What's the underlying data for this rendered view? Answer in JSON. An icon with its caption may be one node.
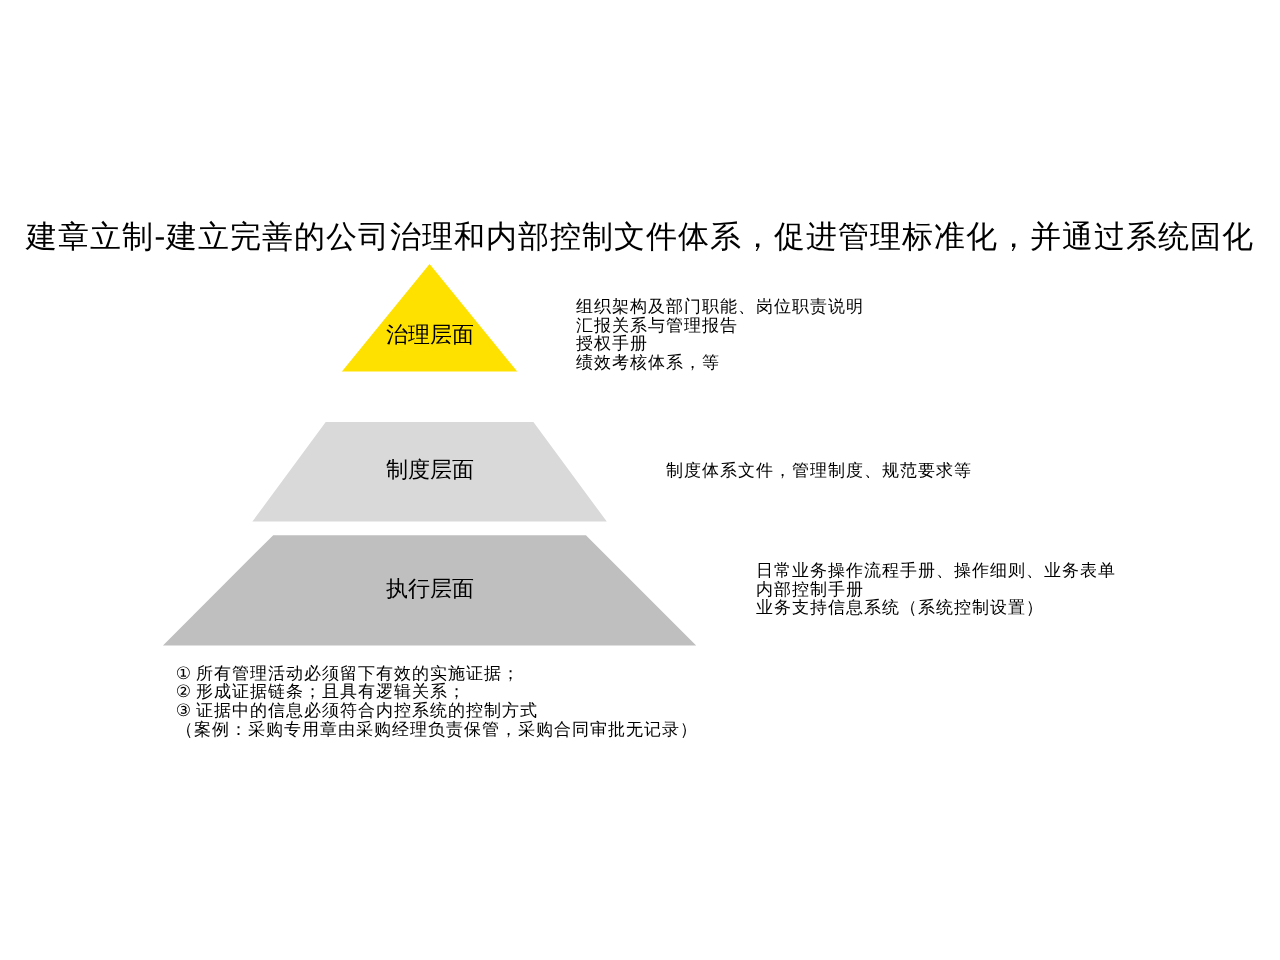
{
  "diagram": {
    "title": "建章立制-建立完善的公司治理和内部控制文件体系，促进管理标准化，并通过系统固化",
    "nodes": [
      {
        "text": [
          "治理层面"
        ],
        "beside": [
          "组织架构及部门职能、岗位职责说明",
          "汇报关系与管理报告",
          "授权手册",
          "绩效考核体系，等"
        ]
      },
      {
        "text": [
          "制度层面"
        ],
        "beside": [
          "制度体系文件，管理制度、规范要求等"
        ]
      },
      {
        "text": [
          "执行层面"
        ],
        "beside": [
          "日常业务操作流程手册、操作细则、业务表单",
          "内部控制手册",
          "业务支持信息系统（系统控制设置）"
        ]
      }
    ],
    "edges": [],
    "labels": [
      "① 所有管理活动必须留下有效的实施证据；",
      "② 形成证据链条；且具有逻辑关系；",
      "③ 证据中的信息必须符合内控系统的控制方式",
      "（案例：采购专用章由采购经理负责保管，采购合同审批无记录）"
    ]
  }
}
